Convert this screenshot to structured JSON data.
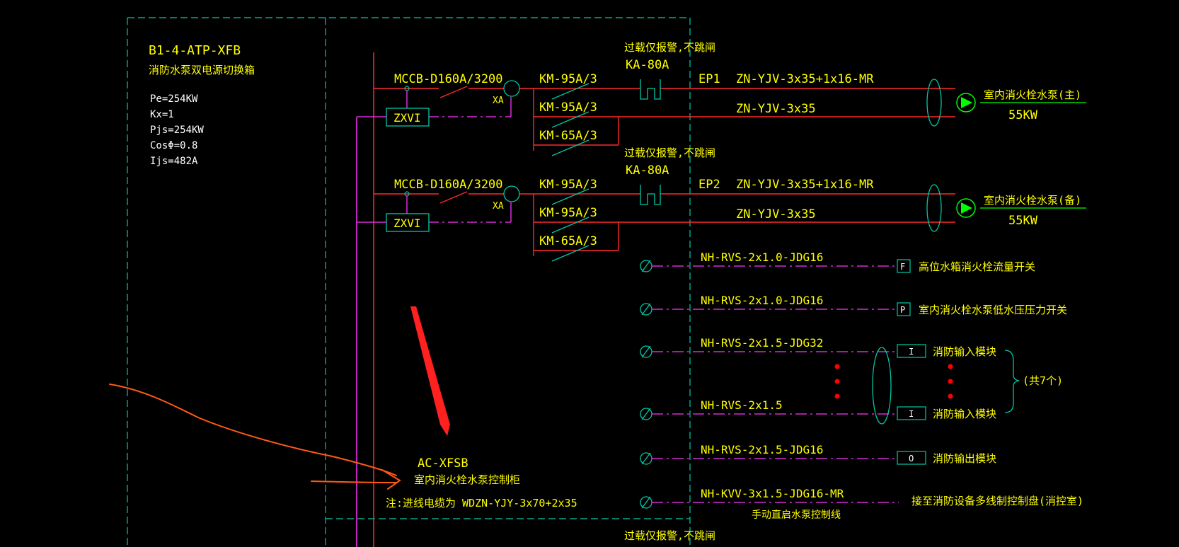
{
  "colors": {
    "background": "#000000",
    "frame": "#00c9a7",
    "power": "#ff2a2a",
    "control": "#ff33ff",
    "text": "#ffff00",
    "green": "#00ff00",
    "annotation": "#ff5a14",
    "dot": "#ff0000"
  },
  "panel": {
    "id": "B1-4-ATP-XFB",
    "name": "消防水泵双电源切换箱",
    "params": [
      "Pe=254KW",
      "Kx=1",
      "Pjs=254KW",
      "CosΦ=0.8",
      "Ijs=482A"
    ]
  },
  "circuits": [
    {
      "breaker": "MCCB-D160A/3200",
      "xa": "XA",
      "relay": "ZXVI",
      "contactors": [
        "KM-95A/3",
        "KM-95A/3",
        "KM-65A/3"
      ],
      "overload_note": "过载仅报警,不跳闸",
      "overload_relay": "KA-80A",
      "ep": "EP1",
      "cable1": "ZN-YJV-3x35+1x16-MR",
      "cable2": "ZN-YJV-3x35",
      "load": "室内消火栓水泵(主)",
      "power": "55KW"
    },
    {
      "breaker": "MCCB-D160A/3200",
      "xa": "XA",
      "relay": "ZXVI",
      "contactors": [
        "KM-95A/3",
        "KM-95A/3",
        "KM-65A/3"
      ],
      "overload_note": "过载仅报警,不跳闸",
      "overload_relay": "KA-80A",
      "ep": "EP2",
      "cable1": "ZN-YJV-3x35+1x16-MR",
      "cable2": "ZN-YJV-3x35",
      "load": "室内消火栓水泵(备)",
      "power": "55KW"
    }
  ],
  "signals": [
    {
      "cable": "NH-RVS-2x1.0-JDG16",
      "box": "F",
      "label": "高位水箱消火栓流量开关"
    },
    {
      "cable": "NH-RVS-2x1.0-JDG16",
      "box": "P",
      "label": "室内消火栓水泵低水压压力开关"
    },
    {
      "cable": "NH-RVS-2x1.5-JDG32",
      "box": "I",
      "label": "消防输入模块"
    },
    {
      "cable": "NH-RVS-2x1.5",
      "box": "I",
      "label": "消防输入模块"
    },
    {
      "cable": "NH-RVS-2x1.5-JDG16",
      "box": "O",
      "label": "消防输出模块"
    },
    {
      "cable": "NH-KVV-3x1.5-JDG16-MR",
      "box": "",
      "label": "接至消防设备多线制控制盘(消控室)"
    }
  ],
  "group_note": "(共7个)",
  "manual_note": "手动直启水泵控制线",
  "control_cabinet": {
    "id": "AC-XFSB",
    "name": "室内消火栓水泵控制柜",
    "note": "注:进线电缆为 WDZN-YJY-3x70+2x35"
  },
  "bottom_note": "过载仅报警,不跳闸"
}
